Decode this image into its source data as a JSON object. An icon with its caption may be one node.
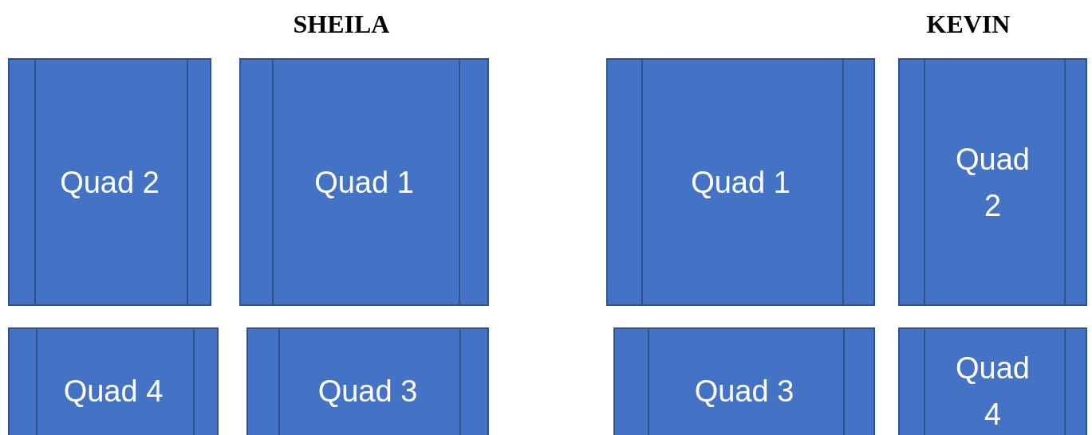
{
  "diagram": {
    "nodes": [
      {
        "text": [
          "Quad 2"
        ]
      },
      {
        "text": [
          "Quad 1"
        ]
      },
      {
        "text": [
          "Quad 1"
        ]
      },
      {
        "text": [
          "Quad 2"
        ]
      },
      {
        "text": [
          "Quad 4"
        ]
      },
      {
        "text": [
          "Quad 3"
        ]
      },
      {
        "text": [
          "Quad 3"
        ]
      },
      {
        "text": [
          "Quad 4"
        ]
      }
    ],
    "labels": [
      "SHEILA",
      "KEVIN"
    ]
  }
}
